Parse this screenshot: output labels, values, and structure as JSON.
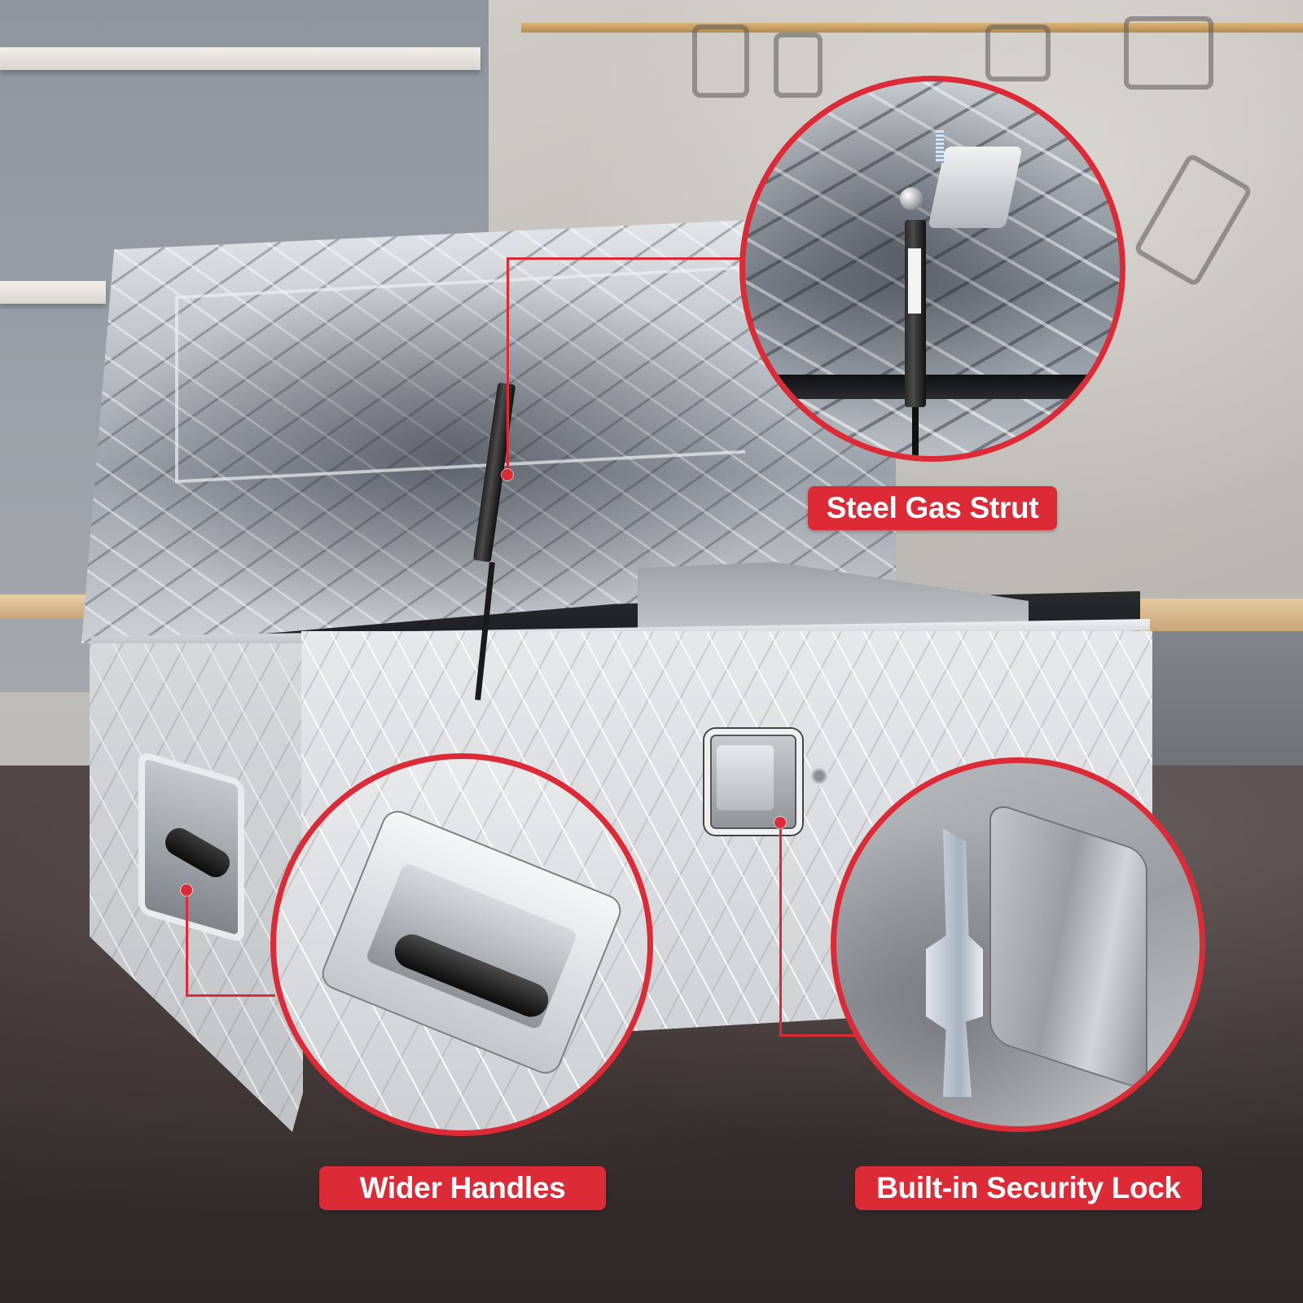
{
  "image": {
    "subject": "Aluminum diamond-plate truck tool box with open lid",
    "accent_color": "#dc2b36",
    "label_text_color": "#ffffff"
  },
  "callouts": [
    {
      "id": "strut",
      "label": "Steel Gas Strut",
      "feature": "gas strut lid support"
    },
    {
      "id": "handles",
      "label": "Wider Handles",
      "feature": "recessed side carry handle"
    },
    {
      "id": "lock",
      "label": "Built-in Security Lock",
      "feature": "paddle latch with key lock"
    }
  ]
}
